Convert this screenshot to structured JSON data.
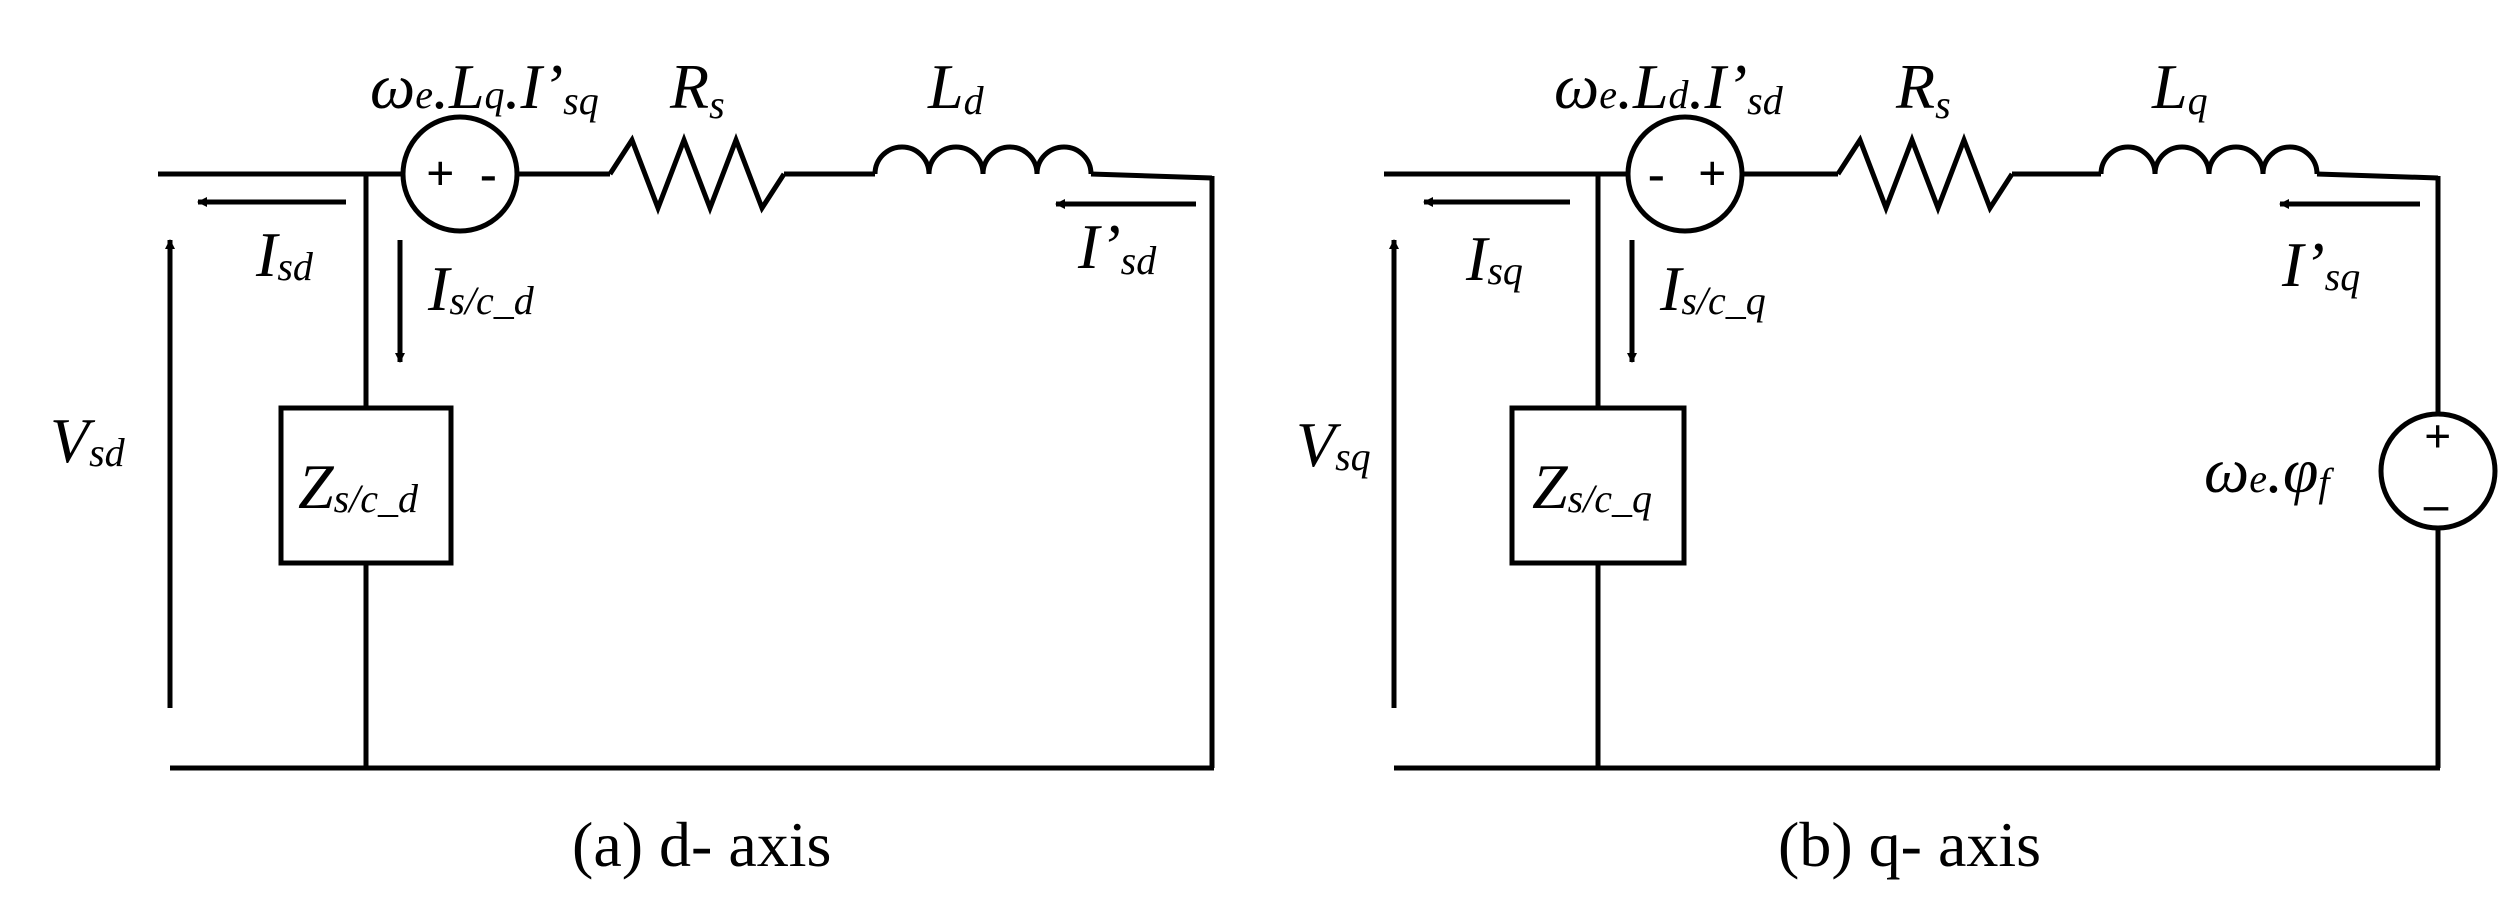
{
  "diagram_d": {
    "source_label": {
      "omega": "ω",
      "omega_sub": "e",
      "rest": ".L",
      "l_sub": "q",
      "dot": ".",
      "i": "I’",
      "i_sub": "sq"
    },
    "source_plus": "+",
    "source_minus": "-",
    "resistor_label": {
      "main": "R",
      "sub": "s"
    },
    "inductor_label": {
      "main": "L",
      "sub": "d"
    },
    "current_in_label": {
      "main": "I’",
      "sub": "sd"
    },
    "current_out_label": {
      "main": "I",
      "sub": "sd"
    },
    "branch_current_label": {
      "main": "I",
      "sub": "s/c_d"
    },
    "voltage_label": {
      "main": "V",
      "sub": "sd"
    },
    "impedance_label": {
      "main": "Z",
      "sub": "s/c_d"
    },
    "caption": "(a) d- axis"
  },
  "diagram_q": {
    "source_label": {
      "omega": "ω",
      "omega_sub": "e",
      "rest": ".L",
      "l_sub": "d",
      "dot": ".",
      "i": "I’",
      "i_sub": "sd"
    },
    "source_plus": "+",
    "source_minus": "-",
    "resistor_label": {
      "main": "R",
      "sub": "s"
    },
    "inductor_label": {
      "main": "L",
      "sub": "q"
    },
    "current_in_label": {
      "main": "I’",
      "sub": "sq"
    },
    "current_out_label": {
      "main": "I",
      "sub": "sq"
    },
    "branch_current_label": {
      "main": "I",
      "sub": "s/c_q"
    },
    "voltage_label": {
      "main": "V",
      "sub": "sq"
    },
    "impedance_label": {
      "main": "Z",
      "sub": "s/c_q"
    },
    "emf_label": {
      "omega": "ω",
      "omega_sub": "e",
      "phi": ".φ",
      "phi_sub": "f"
    },
    "emf_plus": "+",
    "emf_minus": "–",
    "caption": "(b) q- axis"
  },
  "colors": {
    "ink": "#000000",
    "background": "#ffffff"
  }
}
